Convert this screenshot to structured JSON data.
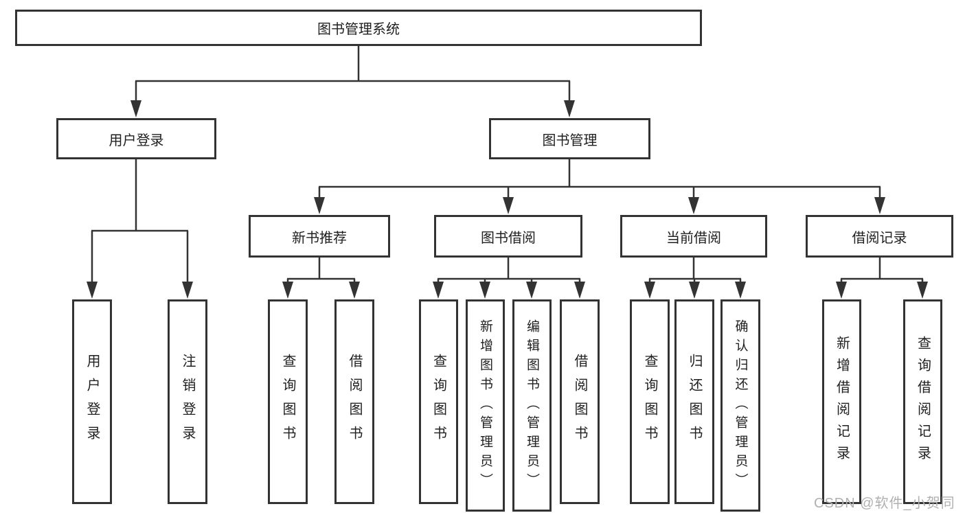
{
  "root": {
    "label": "图书管理系统"
  },
  "branches": [
    {
      "label": "用户登录",
      "leaves": [
        {
          "label": "用户登录"
        },
        {
          "label": "注销登录"
        }
      ]
    },
    {
      "label": "图书管理",
      "groups": [
        {
          "label": "新书推荐",
          "leaves": [
            {
              "label": "查询图书"
            },
            {
              "label": "借阅图书"
            }
          ]
        },
        {
          "label": "图书借阅",
          "leaves": [
            {
              "label": "查询图书"
            },
            {
              "label": "新增图书（管理员）"
            },
            {
              "label": "编辑图书（管理员）"
            },
            {
              "label": "借阅图书"
            }
          ]
        },
        {
          "label": "当前借阅",
          "leaves": [
            {
              "label": "查询图书"
            },
            {
              "label": "归还图书"
            },
            {
              "label": "确认归还（管理员）"
            }
          ]
        },
        {
          "label": "借阅记录",
          "leaves": [
            {
              "label": "新增借阅记录"
            },
            {
              "label": "查询借阅记录"
            }
          ]
        }
      ]
    }
  ],
  "watermark": "CSDN @软件_小贺同学",
  "colors": {
    "line": "#333333",
    "border": "#333333",
    "fill": "#ffffff",
    "text": "#1f1f1f",
    "watermark": "#b0b0b0",
    "background": "#ffffff"
  }
}
